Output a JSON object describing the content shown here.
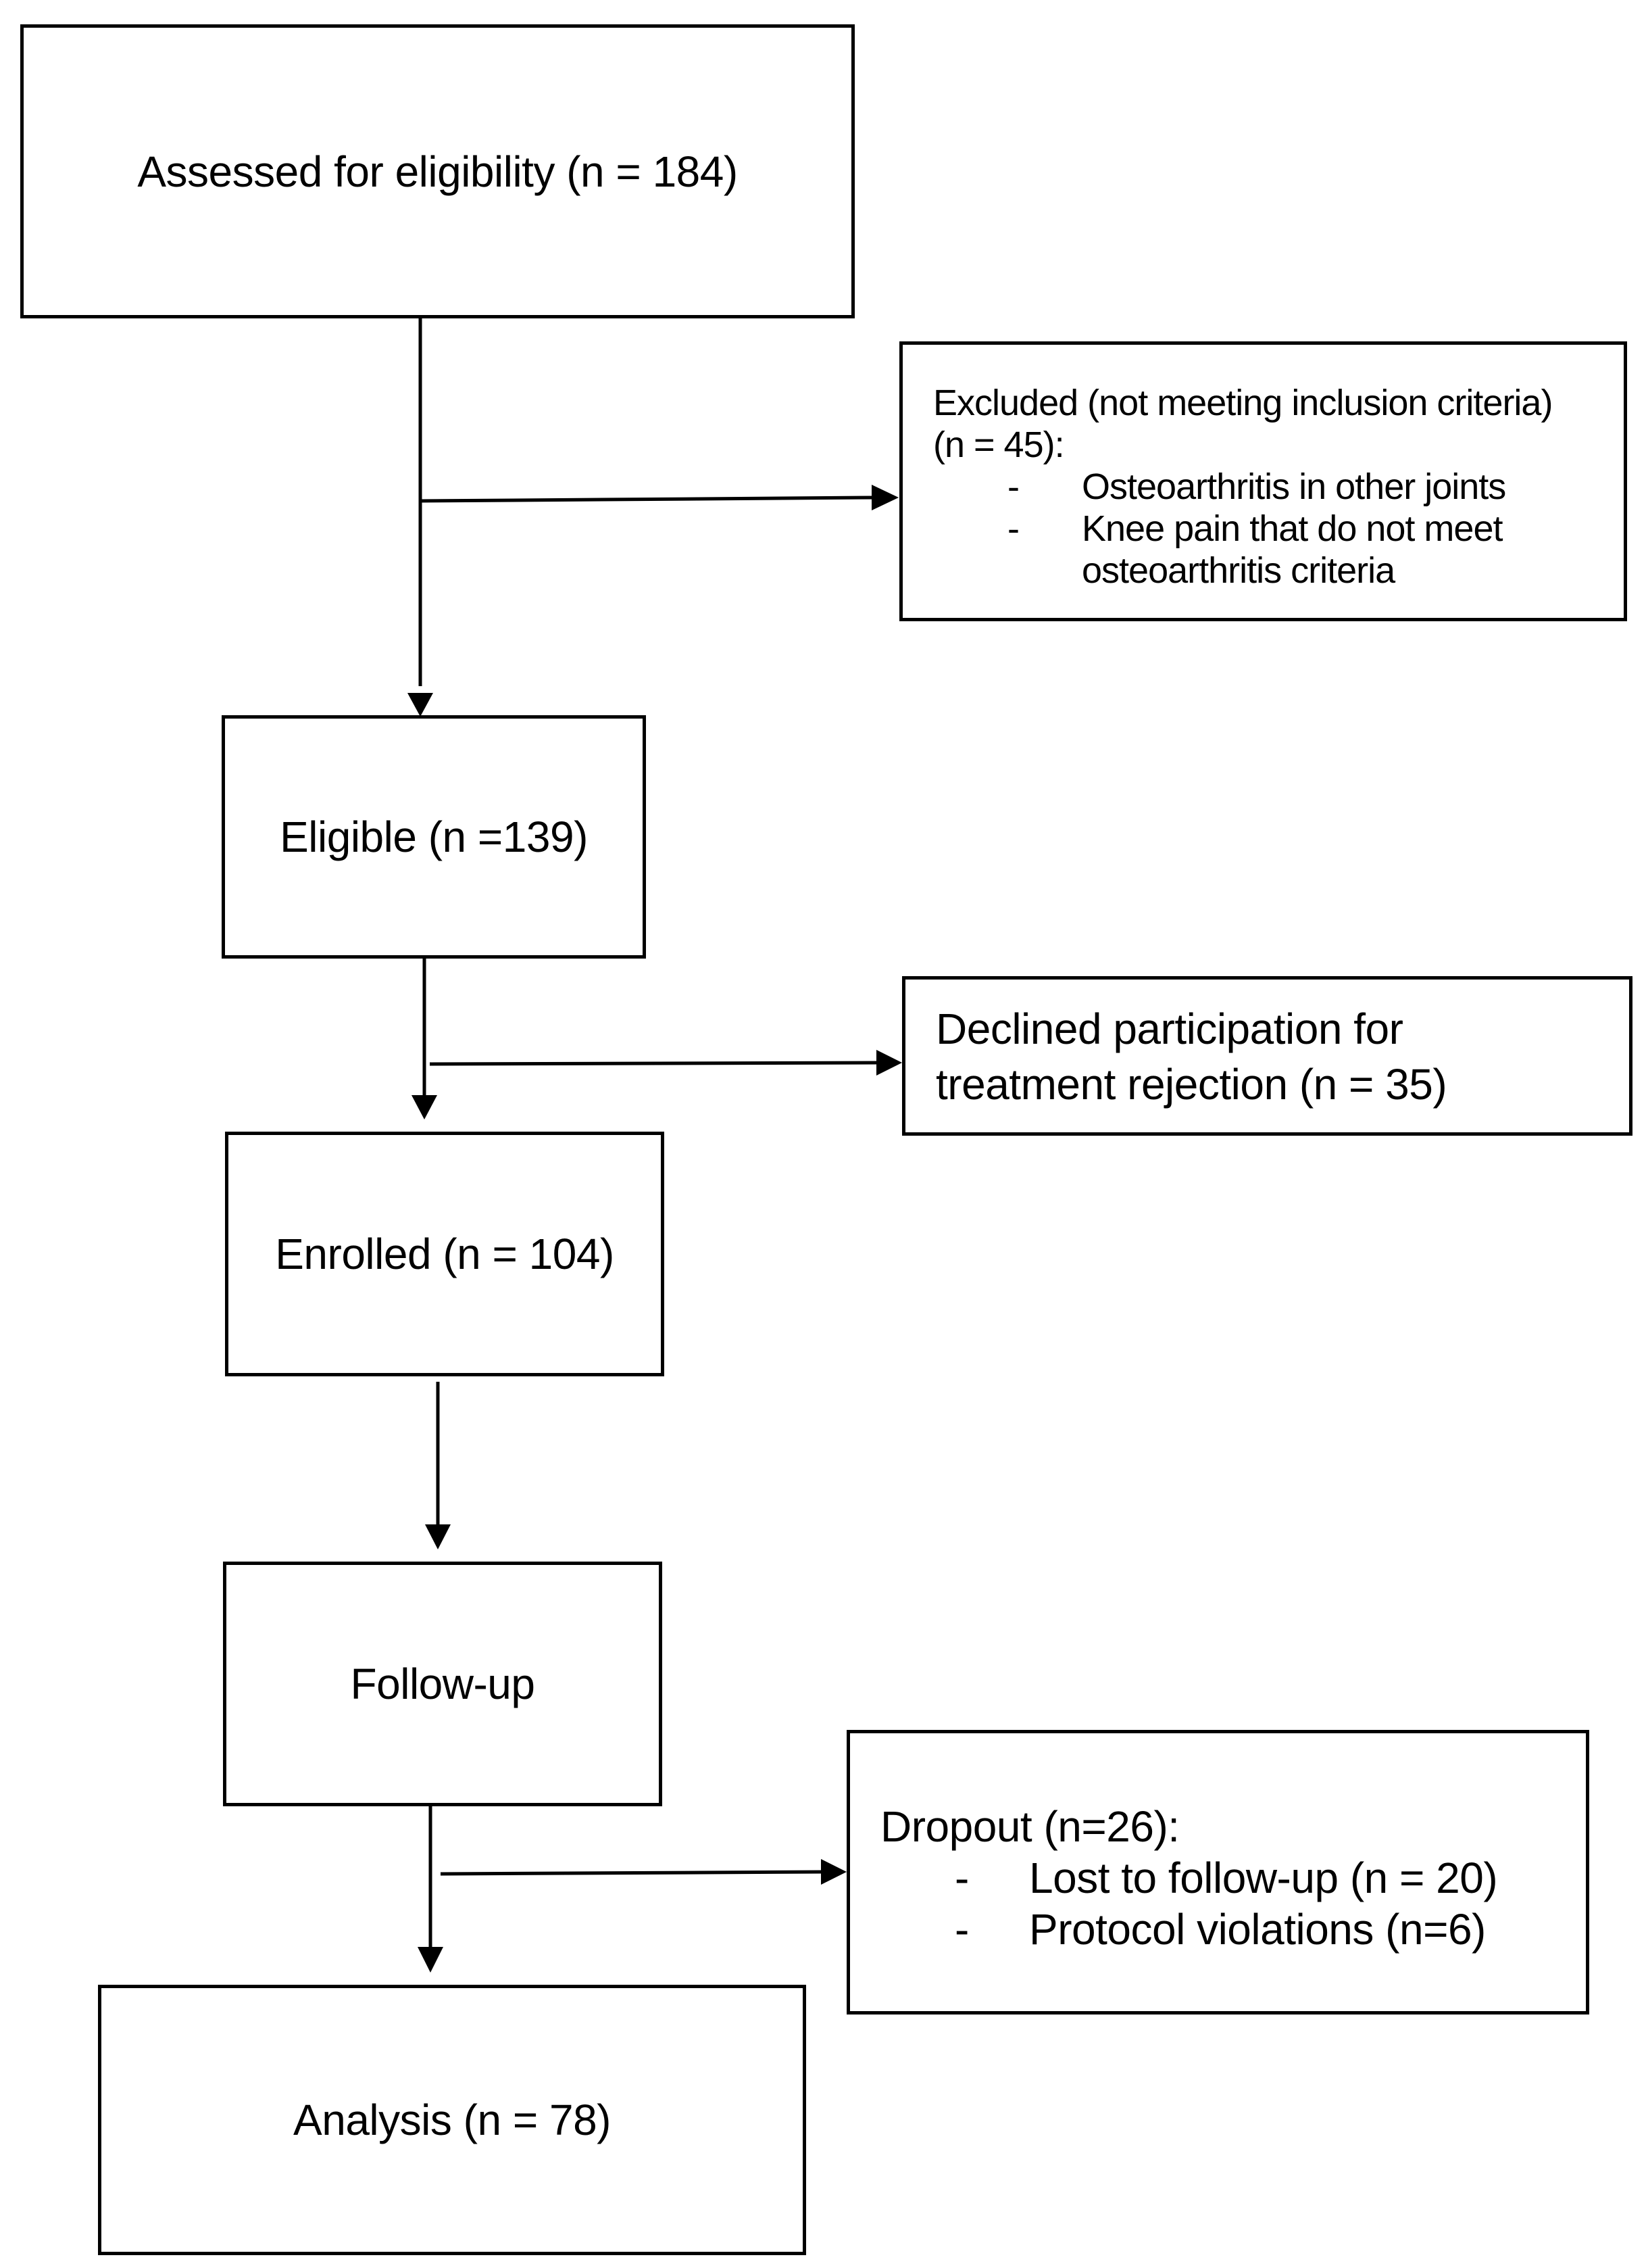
{
  "diagram": {
    "nodes": {
      "assessed": {
        "label": "Assessed for eligibility (n = 184)"
      },
      "excluded": {
        "heading_line1": "Excluded (not meeting inclusion criteria)",
        "heading_line2": "(n = 45):",
        "bullet": "-",
        "items": [
          {
            "line1": "Osteoarthritis in other joints",
            "line2": ""
          },
          {
            "line1": "Knee pain that do not meet",
            "line2": "osteoarthritis criteria"
          }
        ]
      },
      "eligible": {
        "label": "Eligible (n =139)"
      },
      "declined": {
        "line1": "Declined participation for",
        "line2": "treatment rejection (n = 35)"
      },
      "enrolled": {
        "label": "Enrolled (n = 104)"
      },
      "followup": {
        "label": "Follow-up"
      },
      "dropout": {
        "heading": "Dropout (n=26):",
        "bullet": "-",
        "items": [
          "Lost to follow-up (n = 20)",
          "Protocol violations (n=6)"
        ]
      },
      "analysis": {
        "label": "Analysis (n = 78)"
      }
    },
    "edges": [
      {
        "from": "assessed",
        "to": "eligible"
      },
      {
        "from": "assessed",
        "to": "excluded"
      },
      {
        "from": "eligible",
        "to": "enrolled"
      },
      {
        "from": "eligible",
        "to": "declined"
      },
      {
        "from": "enrolled",
        "to": "followup"
      },
      {
        "from": "followup",
        "to": "analysis"
      },
      {
        "from": "followup",
        "to": "dropout"
      }
    ],
    "colors": {
      "stroke": "#000000",
      "background": "#ffffff"
    }
  }
}
